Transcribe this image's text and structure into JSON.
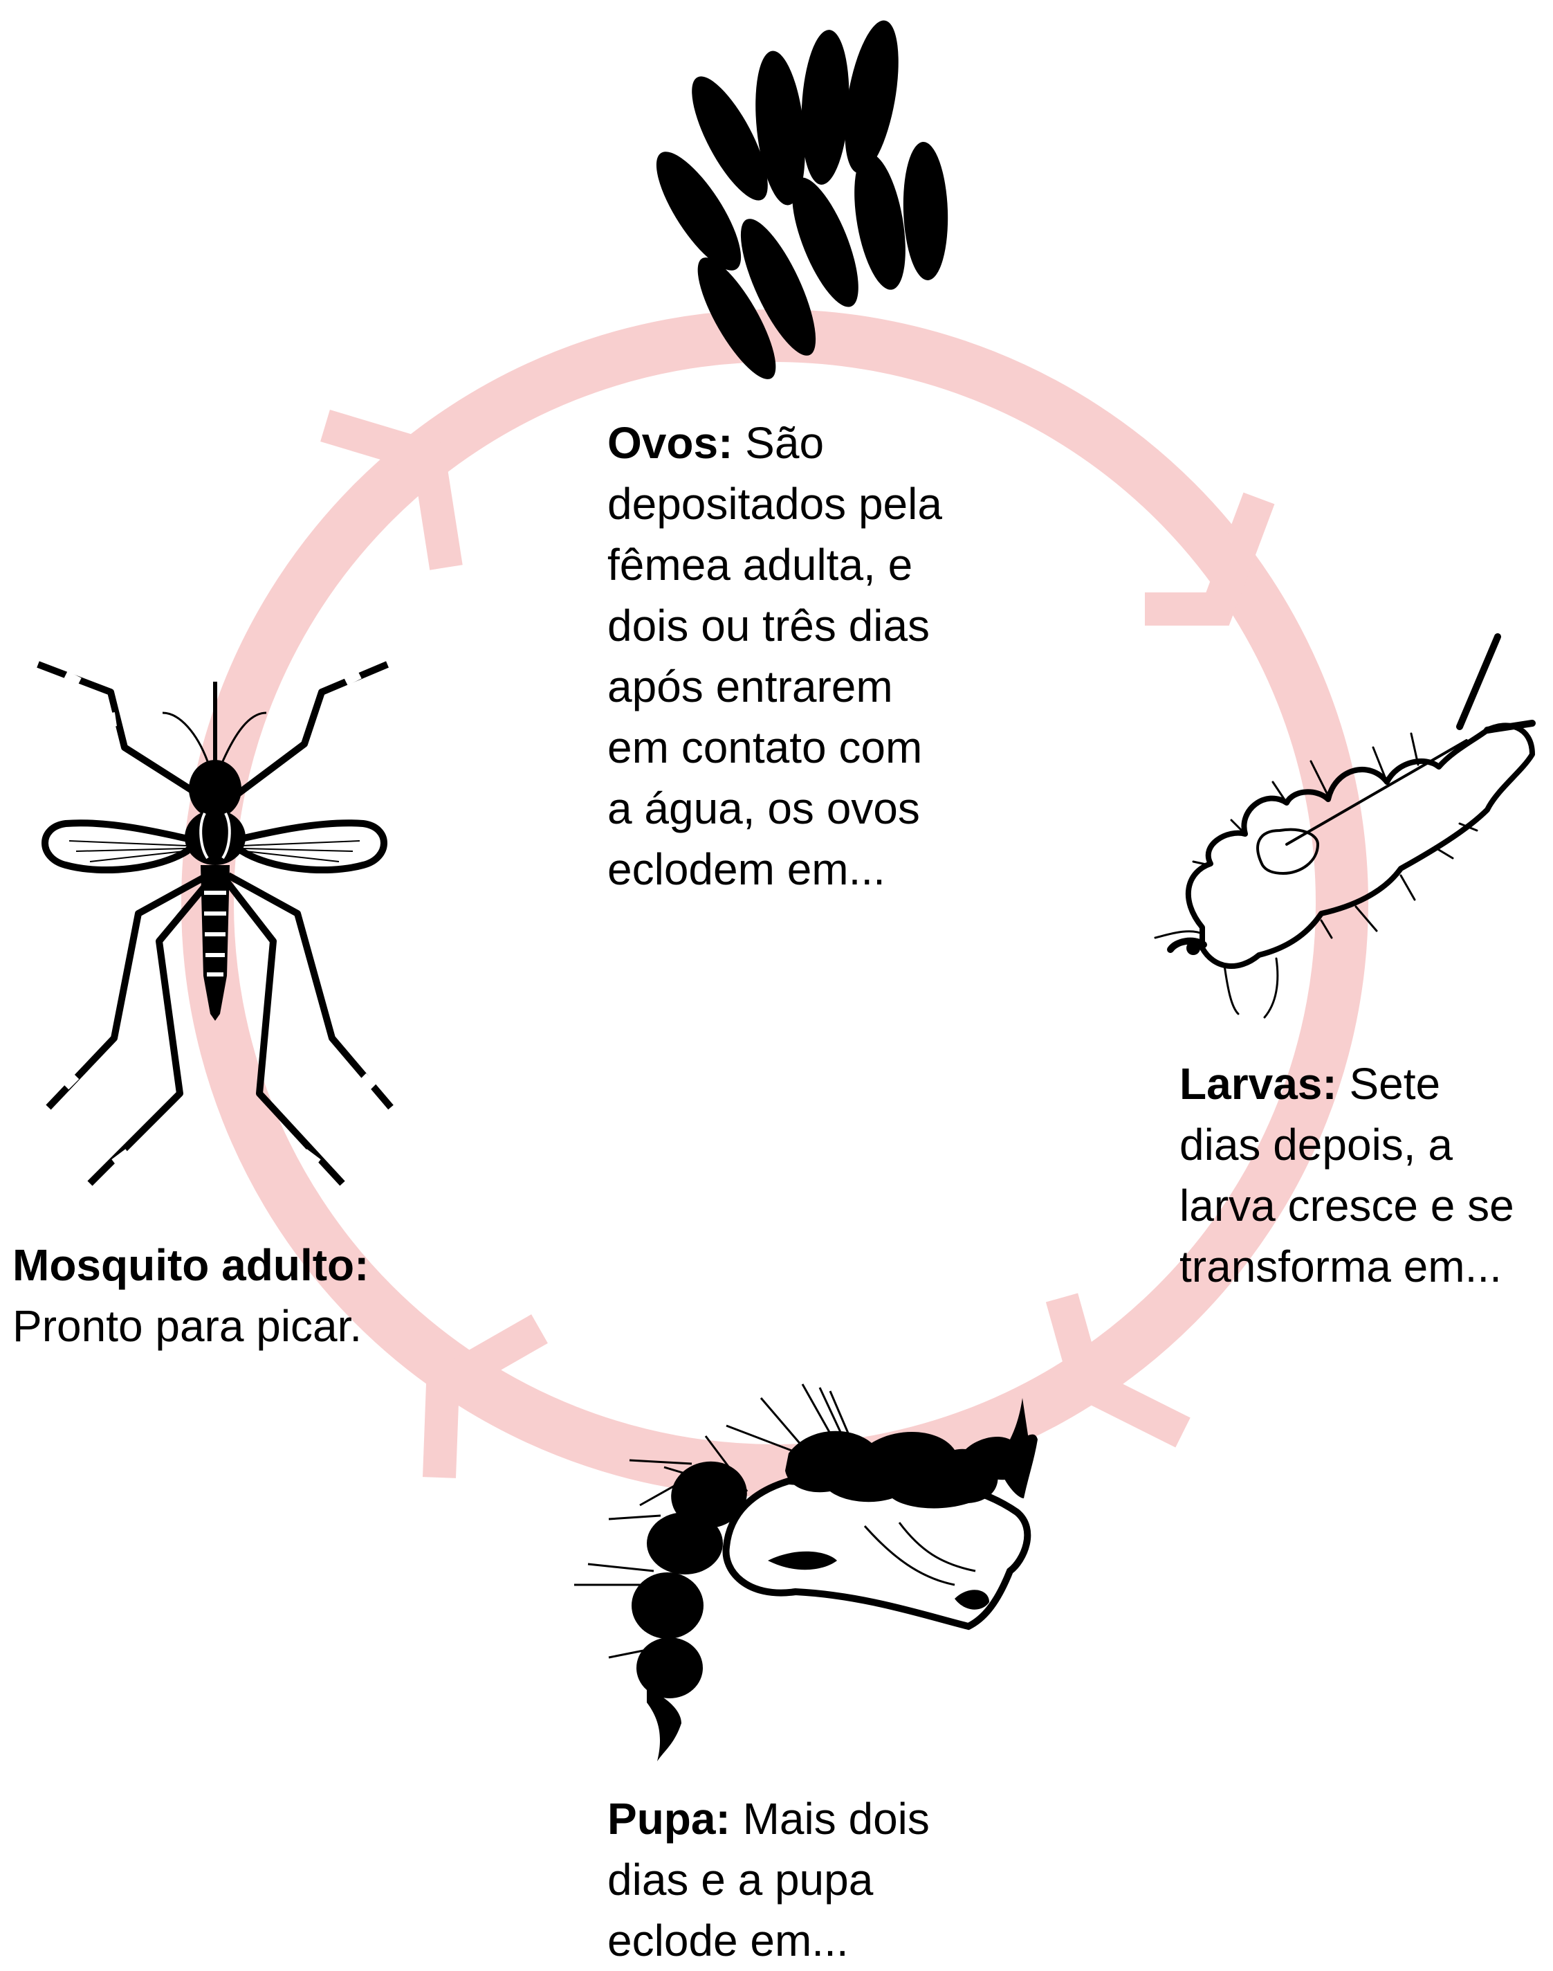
{
  "colors": {
    "cycle_ring": "#f8cfcf",
    "ink": "#000000",
    "background": "#ffffff"
  },
  "stages": {
    "ovos": {
      "term": "Ovos:",
      "lines": [
        " São",
        "depositados pela",
        "fêmea adulta, e",
        "dois ou três dias",
        "após entrarem",
        "em contato com",
        "a água, os ovos",
        "eclodem em..."
      ]
    },
    "larvas": {
      "term": "Larvas:",
      "lines": [
        " Sete",
        "dias depois, a",
        "larva cresce e se",
        "transforma em..."
      ]
    },
    "adulto": {
      "term": "Mosquito adulto:",
      "lines": [
        "",
        "Pronto para picar."
      ]
    },
    "pupa": {
      "term": "Pupa:",
      "lines": [
        " Mais dois",
        "dias e a pupa",
        "eclode em..."
      ]
    }
  },
  "icons": {
    "eggs": "eggs-icon",
    "larva": "larva-icon",
    "pupa": "pupa-icon",
    "mosquito": "mosquito-icon",
    "arrows": "cycle-arrow-icon"
  }
}
